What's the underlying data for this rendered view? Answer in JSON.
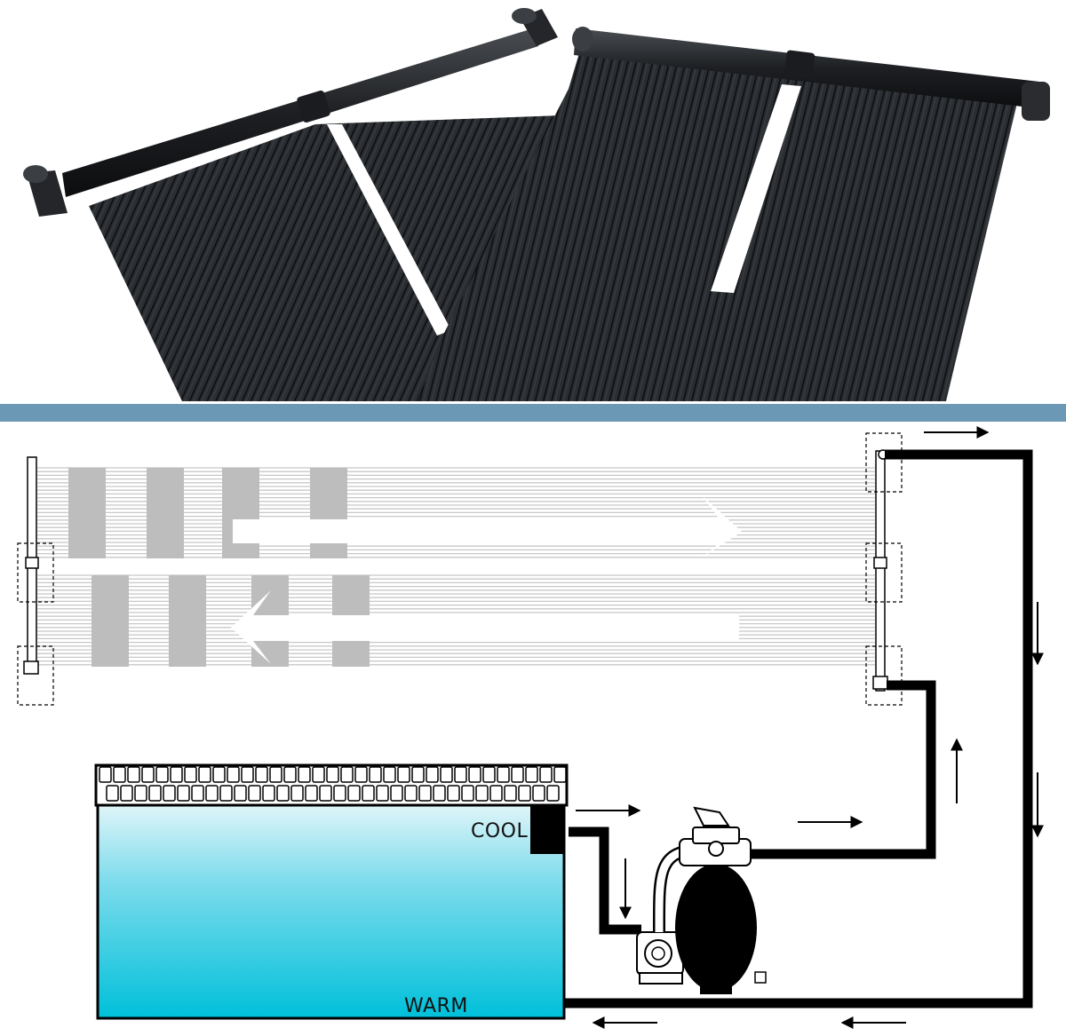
{
  "labels": {
    "cool": "COOL",
    "warm": "WARM"
  },
  "colors": {
    "separator": "#6b98b4",
    "panel_dark": "#1f2124",
    "panel_mid": "#2c2f33",
    "panel_tube_line": "#0e0f11",
    "diagram_panel_line": "#c8c8c8",
    "diagram_panel_block": "#bdbdbd",
    "pipe": "#000000",
    "water_top": "#d9f3f8",
    "water_bottom": "#00c2dc",
    "arrow_white": "#ffffff"
  },
  "icons": {
    "solar_panels": "solar-panel-photo",
    "pump": "pump-icon",
    "sand_filter": "sand-filter-icon",
    "flow_arrows": "arrow-icon"
  }
}
